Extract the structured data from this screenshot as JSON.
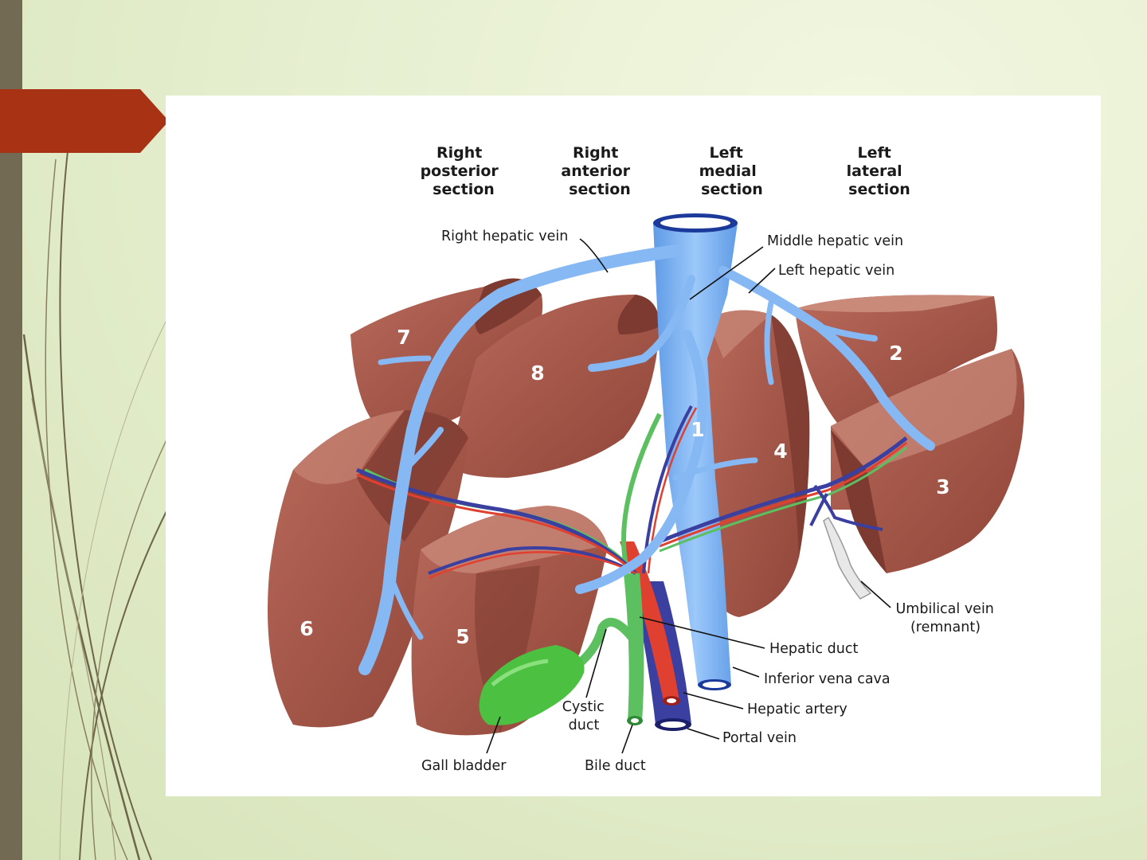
{
  "sections": [
    {
      "lines": [
        "Right",
        "posterior",
        "section"
      ]
    },
    {
      "lines": [
        "Right",
        "anterior",
        "section"
      ]
    },
    {
      "lines": [
        "Left",
        "medial",
        "section"
      ]
    },
    {
      "lines": [
        "Left",
        "lateral",
        "section"
      ]
    }
  ],
  "segments": [
    "1",
    "2",
    "3",
    "4",
    "5",
    "6",
    "7",
    "8"
  ],
  "labels": {
    "right_hepatic_vein": "Right hepatic vein",
    "middle_hepatic_vein": "Middle hepatic vein",
    "left_hepatic_vein": "Left hepatic vein",
    "umbilical_vein": [
      "Umbilical vein",
      "(remnant)"
    ],
    "hepatic_duct": "Hepatic duct",
    "inferior_vena_cava": "Inferior vena cava",
    "hepatic_artery": "Hepatic artery",
    "portal_vein": "Portal vein",
    "cystic_duct": [
      "Cystic",
      "duct"
    ],
    "gall_bladder": "Gall bladder",
    "bile_duct": "Bile duct"
  },
  "colors": {
    "liver": "#a8584a",
    "liver_light": "#c98a7a",
    "liver_dark": "#7c3a30",
    "vein": "#7fb2f0",
    "portal": "#3b3fa0",
    "artery": "#e04030",
    "duct": "#5cc060",
    "accent": "#a83214",
    "sidebar": "#726a52"
  }
}
